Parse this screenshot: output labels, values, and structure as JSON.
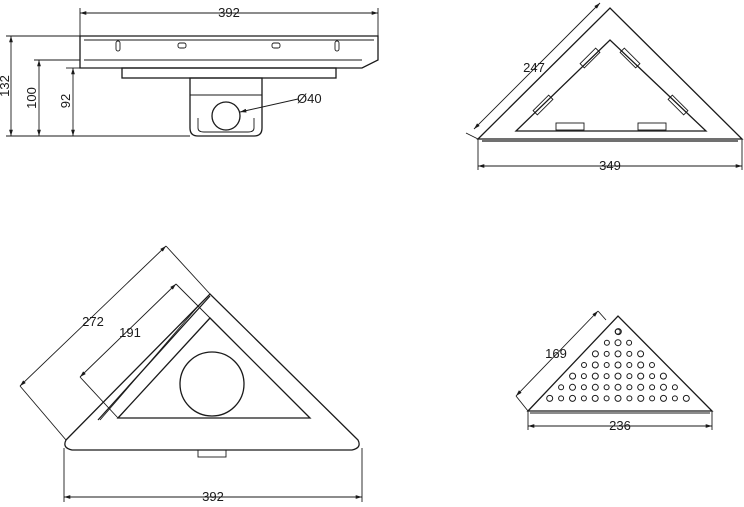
{
  "dimensions": {
    "side_width": "392",
    "side_height_total": "132",
    "side_height_mid": "100",
    "side_height_inner": "92",
    "outlet_diameter": "Ø40",
    "frame_side": "247",
    "frame_base": "349",
    "top_outer_side": "272",
    "top_inner_side": "191",
    "top_base": "392",
    "grate_side": "169",
    "grate_base": "236"
  }
}
